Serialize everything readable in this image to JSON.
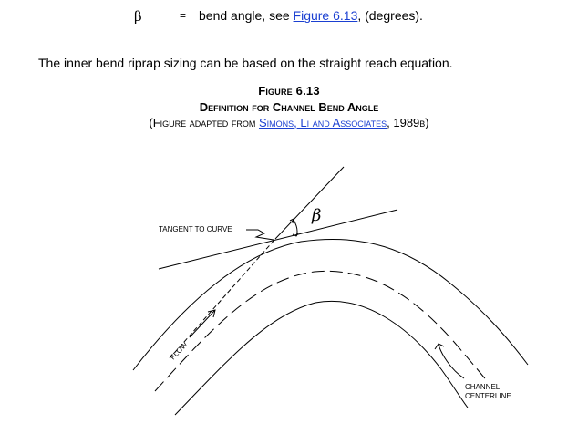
{
  "definition": {
    "symbol": "β",
    "equals": "=",
    "text_before": "bend angle, see ",
    "link_text": "Figure 6.13",
    "text_after": ", (degrees)."
  },
  "paragraph": "The inner bend riprap sizing can be based on the straight reach equation.",
  "caption": {
    "number": "Figure 6.13",
    "title": "Definition for Channel Bend Angle",
    "source_before": "(Figure adapted from ",
    "source_link": "Simons, Li and Associates",
    "source_after": ", 1989b)"
  },
  "figure": {
    "tangent_label": "TANGENT TO CURVE",
    "flow_label": "FLOW",
    "beta_label": "β",
    "centerline_label_line1": "CHANNEL",
    "centerline_label_line2": "CENTERLINE"
  }
}
